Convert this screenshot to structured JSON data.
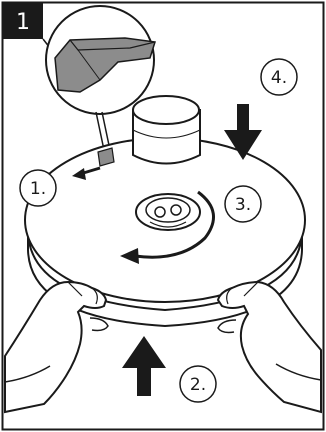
{
  "figure": {
    "number": "1"
  },
  "steps": [
    {
      "label": "1."
    },
    {
      "label": "2."
    },
    {
      "label": "3."
    },
    {
      "label": "4."
    }
  ],
  "colors": {
    "outline": "#1a1a1a",
    "badge": "#1a1a1a",
    "clip": "#8c8c8c",
    "background": "#ffffff"
  },
  "icons": {
    "detail_callout": "clip-detail-icon",
    "arrow_left": "arrow-left-icon",
    "arrow_up": "arrow-up-icon",
    "arrow_down": "arrow-down-icon",
    "rotate": "rotate-ccw-icon"
  }
}
